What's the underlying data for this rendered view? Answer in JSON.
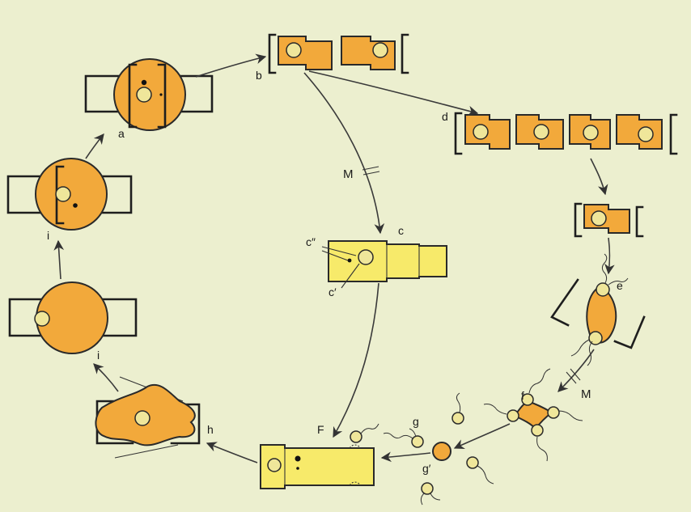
{
  "labels": {
    "a": "a",
    "b": "b",
    "c": "c",
    "c_double_prime": "c″",
    "c_prime": "c′",
    "d": "d",
    "e": "e",
    "f": "f",
    "g": "g",
    "g_prime": "g′",
    "h": "h",
    "i_upper": "i",
    "i_lower": "i",
    "F": "F",
    "M_upper": "M",
    "M_lower": "M"
  },
  "colors": {
    "background": "#ecefcf",
    "orange_cell": "#f2a93b",
    "yellow_cell": "#f7ea6a",
    "nucleus": "#efe69a",
    "outline": "#2a2a2a"
  }
}
